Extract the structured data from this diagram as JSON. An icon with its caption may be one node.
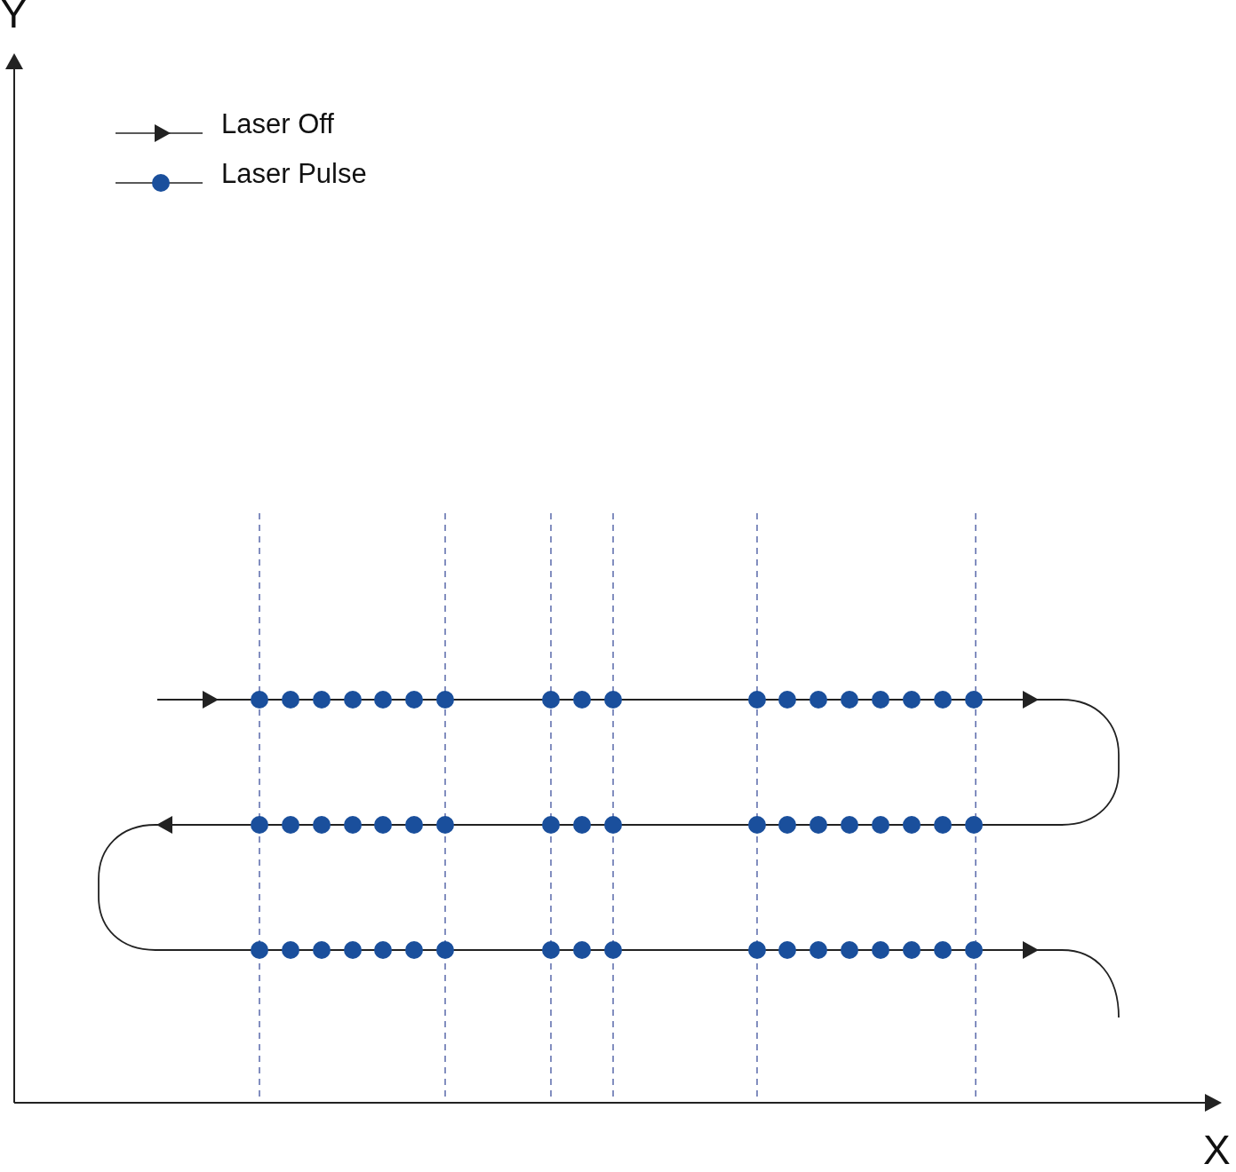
{
  "diagram": {
    "labels": [
      "Y",
      "X"
    ],
    "legend": [
      {
        "text": "Laser Off"
      },
      {
        "text": "Laser Pulse"
      }
    ]
  }
}
